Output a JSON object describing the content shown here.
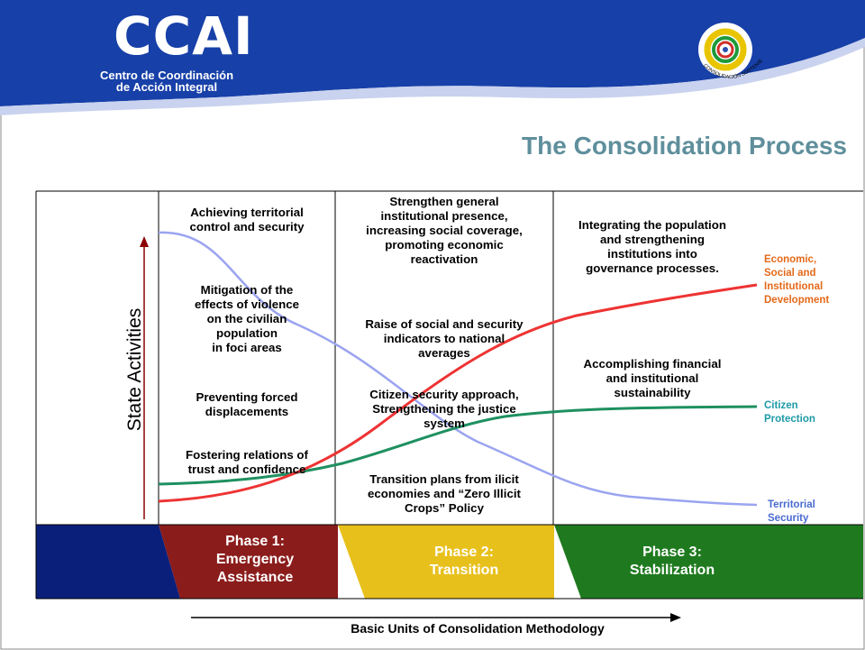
{
  "header": {
    "logo_title": "CCAI",
    "logo_subtitle_line1": "Centro de Coordinación",
    "logo_subtitle_line2": "de Acción Integral",
    "seal_text": "CONSOLIDACIÓN SOSTENIBLE",
    "slide_title": "The Consolidation Process",
    "colors": {
      "banner": "#1740a8",
      "title": "#5f8f9c"
    }
  },
  "diagram": {
    "y_axis_label": "State Activities",
    "x_axis_label": "Basic Units of Consolidation Methodology",
    "column1": {
      "item1_line1": "Achieving territorial",
      "item1_line2": "control and security",
      "item2_line1": "Mitigation of the",
      "item2_line2": "effects of violence",
      "item2_line3": "on the civilian",
      "item2_line4": "population",
      "item2_line5": "in foci areas",
      "item3_line1": "Preventing forced",
      "item3_line2": "displacements",
      "item4_line1": "Fostering relations of",
      "item4_line2": "trust and confidence"
    },
    "column2": {
      "item1_line1": "Strengthen general",
      "item1_line2": "institutional presence,",
      "item1_line3": "increasing social coverage,",
      "item1_line4": "promoting economic",
      "item1_line5": "reactivation",
      "item2_line1": "Raise of social and security",
      "item2_line2": "indicators to national",
      "item2_line3": "averages",
      "item3_line1": "Citizen security approach,",
      "item3_line2": "Strengthening the justice",
      "item3_line3": "system",
      "item4_line1": "Transition plans from ilicit",
      "item4_line2": "economies and “Zero Illicit",
      "item4_line3": "Crops” Policy"
    },
    "column3": {
      "item1_line1": "Integrating the population",
      "item1_line2": "and strengthening",
      "item1_line3": "institutions into",
      "item1_line4": "governance processes.",
      "item2_line1": "Accomplishing financial",
      "item2_line2": "and institutional",
      "item2_line3": "sustainability"
    },
    "curves": {
      "economic_line1": "Economic,",
      "economic_line2": "Social and",
      "economic_line3": "Institutional",
      "economic_line4": "Development",
      "citizen_line1": "Citizen",
      "citizen_line2": "Protection",
      "territorial_line1": "Territorial",
      "territorial_line2": "Security",
      "colors": {
        "economic": "#ee3333",
        "citizen": "#1e9060",
        "territorial": "#9aa4f0",
        "economic_label": "#e46a1a",
        "citizen_label": "#1e9aa8",
        "territorial_label": "#4a6bd0"
      }
    },
    "phases": [
      {
        "line1": "Phase 1:",
        "line2": "Emergency",
        "line3": "Assistance",
        "color": "#8b1c1c"
      },
      {
        "line1": "Phase 2:",
        "line2": "Transition",
        "color": "#e8c01c"
      },
      {
        "line1": "Phase 3:",
        "line2": "Stabilization",
        "color": "#1f7a1f"
      }
    ]
  }
}
